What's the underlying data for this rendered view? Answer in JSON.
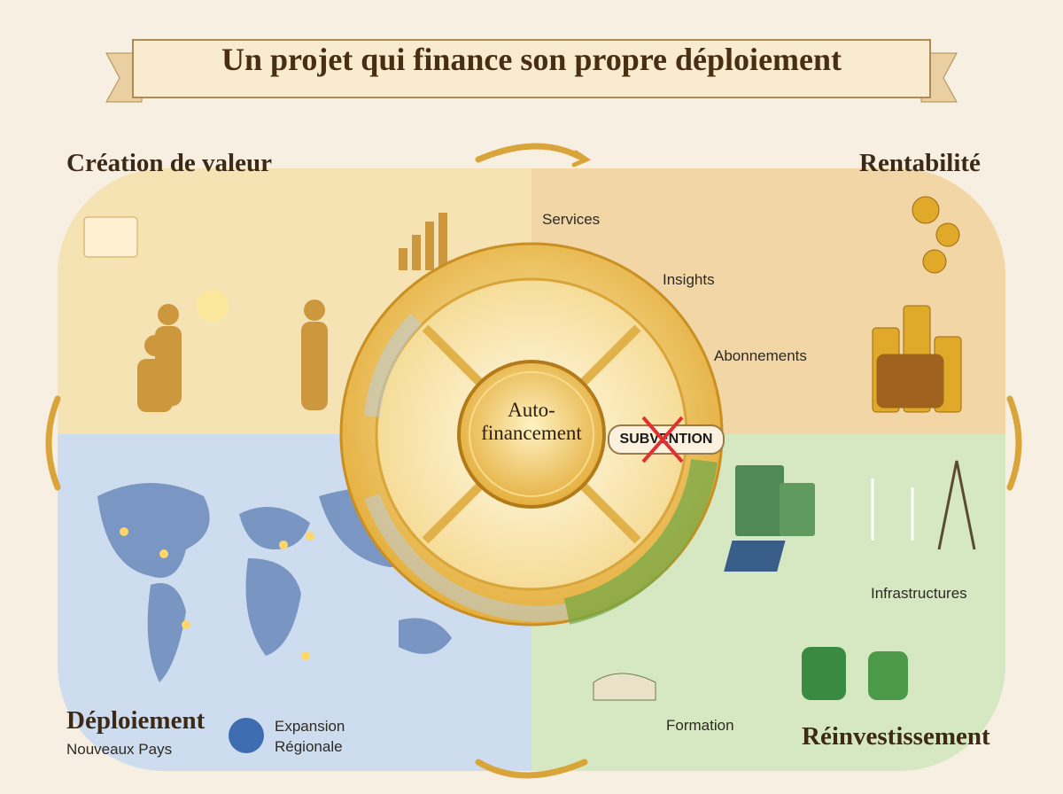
{
  "title": "Un projet qui finance son propre déploiement",
  "quadrants": {
    "creation": {
      "heading": "Création de valeur"
    },
    "rentabilite": {
      "heading": "Rentabilité",
      "flows": [
        "Services",
        "Insights",
        "Abonnements"
      ]
    },
    "reinvestissement": {
      "heading": "Réinvestissement",
      "items": [
        "Infrastructures",
        "Formation"
      ]
    },
    "deploiement": {
      "heading": "Déploiement",
      "subheading": "Nouveaux Pays",
      "expansion": "Expansion Régionale"
    }
  },
  "center": {
    "label": "Auto-financement",
    "rejected": "SUBVENTION"
  },
  "colors": {
    "gold": "#e8b83a",
    "peach": "#f3d9ab",
    "blue": "#c9d9ee",
    "green": "#d3e6bf",
    "cross": "#e03030"
  }
}
